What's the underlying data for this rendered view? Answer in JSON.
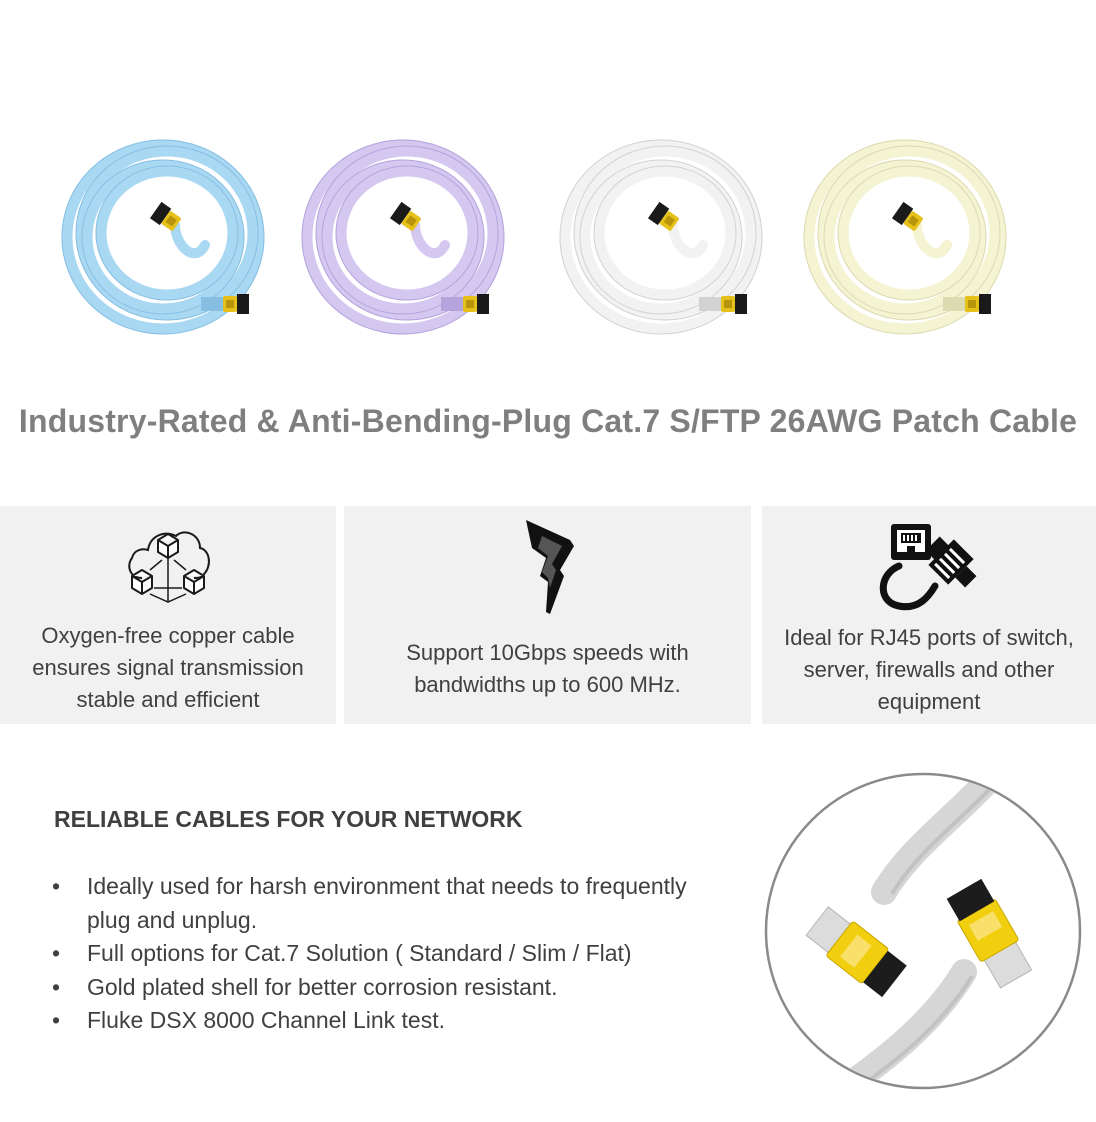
{
  "cables": [
    {
      "color_name": "blue",
      "color": "#a9d8f3",
      "shade": "#86bfe2"
    },
    {
      "color_name": "purple",
      "color": "#d4c8f0",
      "shade": "#b3a4dc"
    },
    {
      "color_name": "white",
      "color": "#f2f2f2",
      "shade": "#d2d2d2"
    },
    {
      "color_name": "ivory",
      "color": "#f4f3d2",
      "shade": "#dcdab1"
    }
  ],
  "title": "Industry-Rated & Anti-Bending-Plug Cat.7 S/FTP 26AWG Patch Cable",
  "features": [
    {
      "icon": "cloud-network-icon",
      "text": "Oxygen-free copper cable ensures signal transmission stable and efficient"
    },
    {
      "icon": "lightning-icon",
      "text": "Support 10Gbps speeds with bandwidths up to 600 MHz."
    },
    {
      "icon": "rj45-port-plug-icon",
      "text": "Ideal for RJ45 ports of switch, server, firewalls and other equipment"
    }
  ],
  "section_heading": "RELIABLE CABLES FOR YOUR NETWORK",
  "bullets": [
    "Ideally used for harsh environment that needs to frequently plug and unplug.",
    "Full options for Cat.7 Solution ( Standard / Slim / Flat)",
    "Gold plated shell for better corrosion resistant.",
    "Fluke DSX 8000 Channel Link test."
  ],
  "colors": {
    "panel": "#f1f1f1",
    "title": "#7f7f7f",
    "gold": "#f2cf0e"
  }
}
